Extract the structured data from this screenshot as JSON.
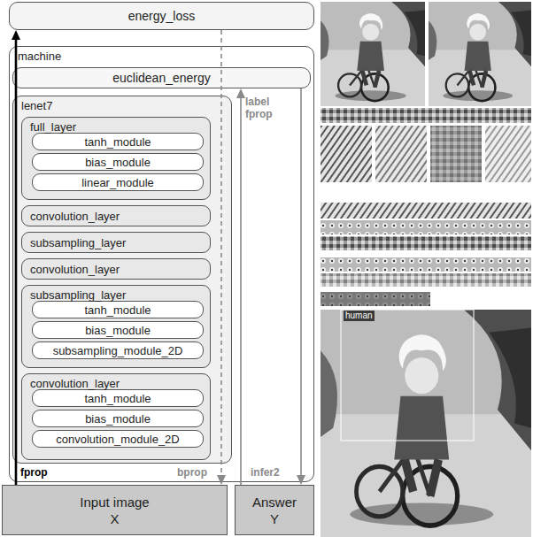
{
  "diagram": {
    "nodes": [
      {
        "text": [
          "energy_loss"
        ]
      },
      {
        "text": [
          "machine"
        ]
      },
      {
        "text": [
          "euclidean_energy"
        ],
        "in": 1
      },
      {
        "text": [
          "lenet7"
        ],
        "in": 1
      },
      {
        "text": [
          "full_layer"
        ],
        "in": 3
      },
      {
        "text": [
          "tanh_module"
        ],
        "in": 4
      },
      {
        "text": [
          "bias_module"
        ],
        "in": 4
      },
      {
        "text": [
          "linear_module"
        ],
        "in": 4
      },
      {
        "text": [
          "convolution_layer"
        ],
        "in": 3
      },
      {
        "text": [
          "subsampling_layer"
        ],
        "in": 3
      },
      {
        "text": [
          "convolution_layer"
        ],
        "in": 3
      },
      {
        "text": [
          "subsampling_layer"
        ],
        "in": 3
      },
      {
        "text": [
          "tanh_module"
        ],
        "in": 11
      },
      {
        "text": [
          "bias_module"
        ],
        "in": 11
      },
      {
        "text": [
          "subsampling_module_2D"
        ],
        "in": 11
      },
      {
        "text": [
          "convolution_layer"
        ],
        "in": 3
      },
      {
        "text": [
          "tanh_module"
        ],
        "in": 15
      },
      {
        "text": [
          "bias_module"
        ],
        "in": 15
      },
      {
        "text": [
          "convolution_module_2D"
        ],
        "in": 15
      },
      {
        "text": [
          "Input image",
          "X"
        ]
      },
      {
        "text": [
          "Answer",
          "Y"
        ]
      }
    ],
    "edges": [
      {
        "from": 19,
        "to": 0,
        "arrow": "to",
        "label": "fprop"
      },
      {
        "from": 0,
        "to": 19,
        "arrow": "to",
        "label": "bprop"
      },
      {
        "from": 20,
        "to": 2,
        "arrow": "to",
        "label": "label fprop"
      },
      {
        "from": 2,
        "to": 20,
        "arrow": "to",
        "label": "infer2"
      }
    ],
    "labels": [
      "human"
    ]
  }
}
